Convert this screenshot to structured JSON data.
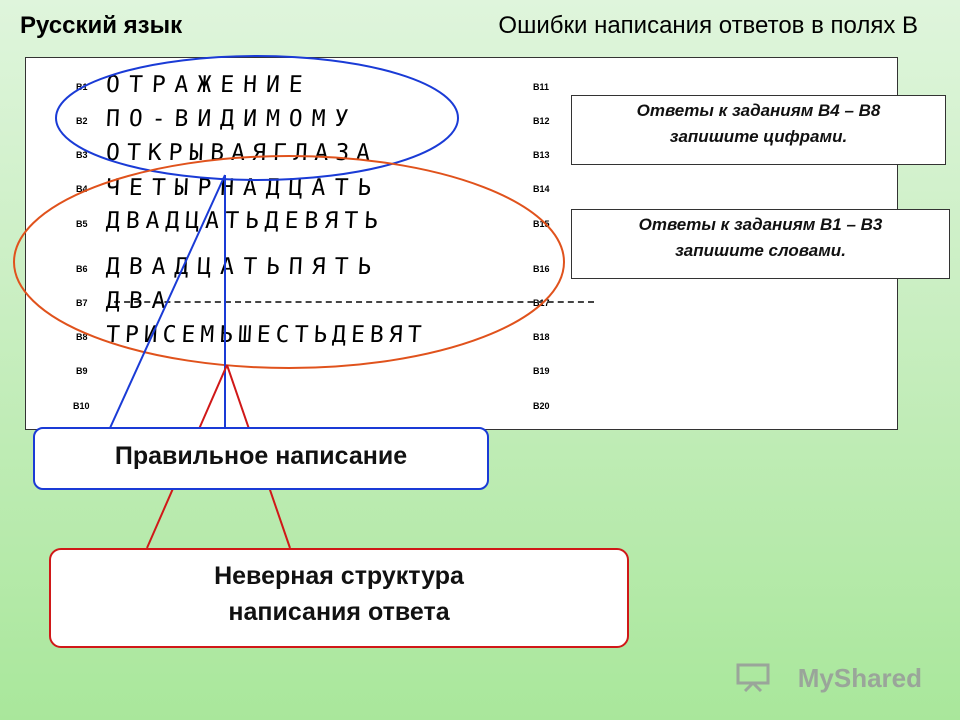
{
  "header": {
    "subject": "Русский язык",
    "title": "Ошибки написания ответов в полях В"
  },
  "sheet": {
    "left_labels": [
      "B1",
      "B2",
      "B3",
      "B4",
      "B5",
      "B6",
      "B7",
      "B8",
      "B9",
      "B10"
    ],
    "right_labels": [
      "B11",
      "B12",
      "B13",
      "B14",
      "B15",
      "B16",
      "B17",
      "B18",
      "B19",
      "B20"
    ],
    "answers": [
      "ОТРАЖЕНИЕ",
      "ПО-ВИДИМОМУ",
      "ОТКРЫВАЯГЛАЗА",
      "ЧЕТЫРНАДЦАТЬ",
      "ДВАДЦАТЬДЕВЯТЬ",
      "ДВАДЦАТЬПЯТЬ",
      "ДВА",
      "ТРИСЕМЬШЕСТЬДЕВЯТ"
    ]
  },
  "callouts": {
    "digits_line1": "Ответы к заданиям В4 – В8",
    "digits_line2": "запишите цифрами.",
    "words_line1": "Ответы к заданиям В1 – В3",
    "words_line2": "запишите словами."
  },
  "boxes": {
    "correct": "Правильное написание",
    "wrong_line1": "Неверная структура",
    "wrong_line2": "написания ответа"
  },
  "watermark": {
    "text": "MyShared"
  },
  "colors": {
    "blue": "#1a3bd6",
    "red": "#d01818",
    "orange": "#e0521c"
  }
}
